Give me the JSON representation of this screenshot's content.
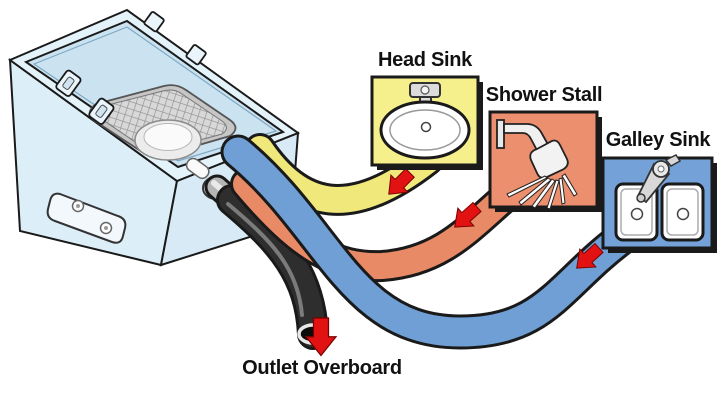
{
  "diagram": {
    "type": "plumbing-schematic",
    "subject": "Shower sump tank with drain hoses",
    "labels": {
      "head_sink": "Head Sink",
      "shower_stall": "Shower Stall",
      "galley_sink": "Galley Sink",
      "outlet_overboard": "Outlet Overboard"
    },
    "flows": [
      {
        "from": "Head Sink",
        "hose": "yellow",
        "to": "sump tank"
      },
      {
        "from": "Shower Stall",
        "hose": "orange",
        "to": "sump tank"
      },
      {
        "from": "Galley Sink",
        "hose": "blue",
        "to": "sump tank"
      },
      {
        "from": "sump tank",
        "hose": "black",
        "to": "Outlet Overboard"
      }
    ],
    "arrow_count": 4
  },
  "colors": {
    "head_sink_box": "#F5EF8C",
    "head_sink_hose": "#F1E87C",
    "shower_box": "#EC8F6E",
    "shower_hose": "#E98A66",
    "galley_box": "#74A2D8",
    "galley_hose": "#6F9FD4",
    "outlet_hose": "#2E2E2E",
    "outlet_pipe": "#B5B5B5",
    "arrow_red": "#E31212",
    "tank_left_wall": "#DCEEF8",
    "tank_right_wall": "#D7EAF6",
    "tank_rim": "#E4F2FA",
    "tank_interior": "#CBE3F1"
  }
}
